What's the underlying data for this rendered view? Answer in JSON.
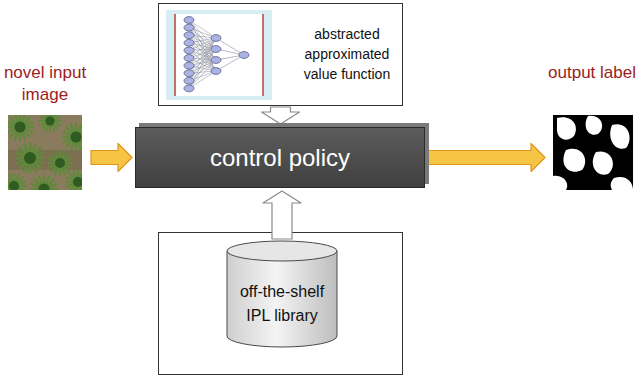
{
  "diagram": {
    "nodes": [
      {
        "text": [
          "novel input image"
        ]
      },
      {
        "text": [
          "abstracted approximated value function"
        ]
      },
      {
        "text": [
          "control policy"
        ]
      },
      {
        "text": [
          "off-the-shelf IPL library"
        ]
      },
      {
        "text": [
          "output label"
        ]
      }
    ],
    "edges": [
      {
        "from": 0,
        "to": 2,
        "arrow": "to"
      },
      {
        "from": 1,
        "to": 2,
        "arrow": "to"
      },
      {
        "from": 3,
        "to": 2,
        "arrow": "to"
      },
      {
        "from": 2,
        "to": 4,
        "arrow": "to"
      }
    ]
  }
}
